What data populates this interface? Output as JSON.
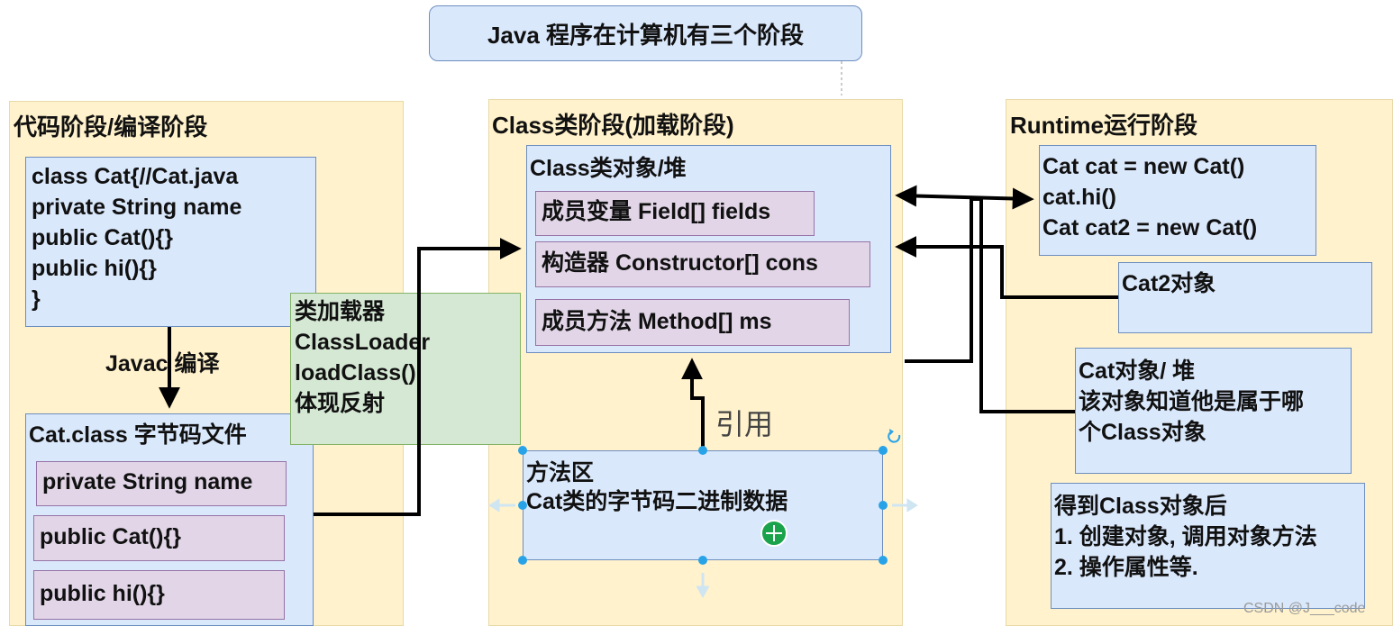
{
  "title": "Java 程序在计算机有三个阶段",
  "phases": {
    "code": {
      "title": "代码阶段/编译阶段",
      "source_lines": [
        "class Cat{//Cat.java",
        "private String name",
        "public Cat(){}",
        "public hi(){}",
        "}"
      ],
      "compile_label": "Javac 编译",
      "bytecode_title": "Cat.class 字节码文件",
      "bytecode_members": [
        "private String name",
        "public Cat(){}",
        "public hi(){}"
      ]
    },
    "class": {
      "title": "Class类阶段(加载阶段)",
      "object_title": "Class类对象/堆",
      "members": [
        "成员变量 Field[] fields",
        "构造器 Constructor[] cons",
        "成员方法 Method[] ms"
      ],
      "loader_lines": [
        "类加载器",
        "ClassLoader",
        "loadClass()",
        "体现反射"
      ],
      "reference_label": "引用",
      "method_area_lines": [
        "方法区",
        "Cat类的字节码二进制数据"
      ]
    },
    "runtime": {
      "title": "Runtime运行阶段",
      "code_lines": [
        "Cat cat = new Cat()",
        "cat.hi()",
        "Cat cat2 = new Cat()"
      ],
      "cat2_label": "Cat2对象",
      "cat_object_lines": [
        "Cat对象/ 堆",
        "该对象知道他是属于哪",
        "个Class对象"
      ],
      "after_lines": [
        "得到Class对象后",
        "1. 创建对象, 调用对象方法",
        "2. 操作属性等."
      ]
    }
  },
  "watermark": "CSDN @J___code"
}
